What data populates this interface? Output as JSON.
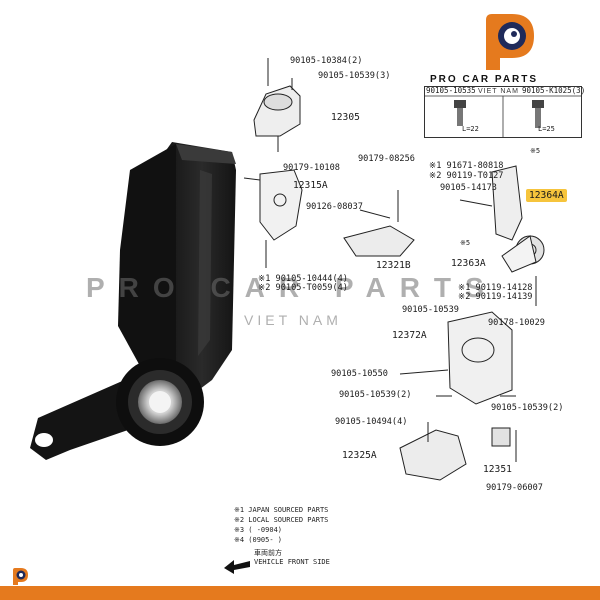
{
  "brand": {
    "name": "PRO CAR PARTS",
    "sub": "VIET NAM",
    "orange": "#e57a1e",
    "blue": "#1f2a5a"
  },
  "watermark": {
    "main": "PRO CAR PARTS",
    "sub": "VIET NAM"
  },
  "bolt_box": {
    "left_part": "90105-10535",
    "right_part": "90105-K1025(3)",
    "left_len": "L=22",
    "right_len": "L=25"
  },
  "labels": {
    "p1": "90105-10384(2)",
    "p2": "90105-10539(3)",
    "p3": "12305",
    "p4": "90179-10108",
    "p5": "90179-08256",
    "p6": "※1 91671-80818",
    "p7": "※2 90119-T0127",
    "p8": "90105-14173",
    "p9": "12315A",
    "p10": "90126-08037",
    "p11": "12364A",
    "p12": "12363A",
    "p13": "12321B",
    "p14": "※1 90105-10444(4)",
    "p15": "※2 90105-T0059(4)",
    "p16": "※1 90119-14128",
    "p17": "※2 90119-14139",
    "p18": "90105-10539",
    "p19": "90178-10029",
    "p20": "12372A",
    "p21": "90105-10550",
    "p22": "90105-10539(2)",
    "p23": "90105-10539(2)",
    "p24": "90105-10494(4)",
    "p25": "12325A",
    "p26": "12351",
    "p27": "90179-06007",
    "s1": "※5",
    "s2": "※5"
  },
  "notes": {
    "n1": "※1 JAPAN SOURCED PARTS",
    "n2": "※2 LOCAL SOURCED PARTS",
    "n3": "※3 (   -0904)",
    "n4": "※4 (0905-    )",
    "front_jp": "車両前方",
    "front_en": "VEHICLE FRONT SIDE"
  }
}
